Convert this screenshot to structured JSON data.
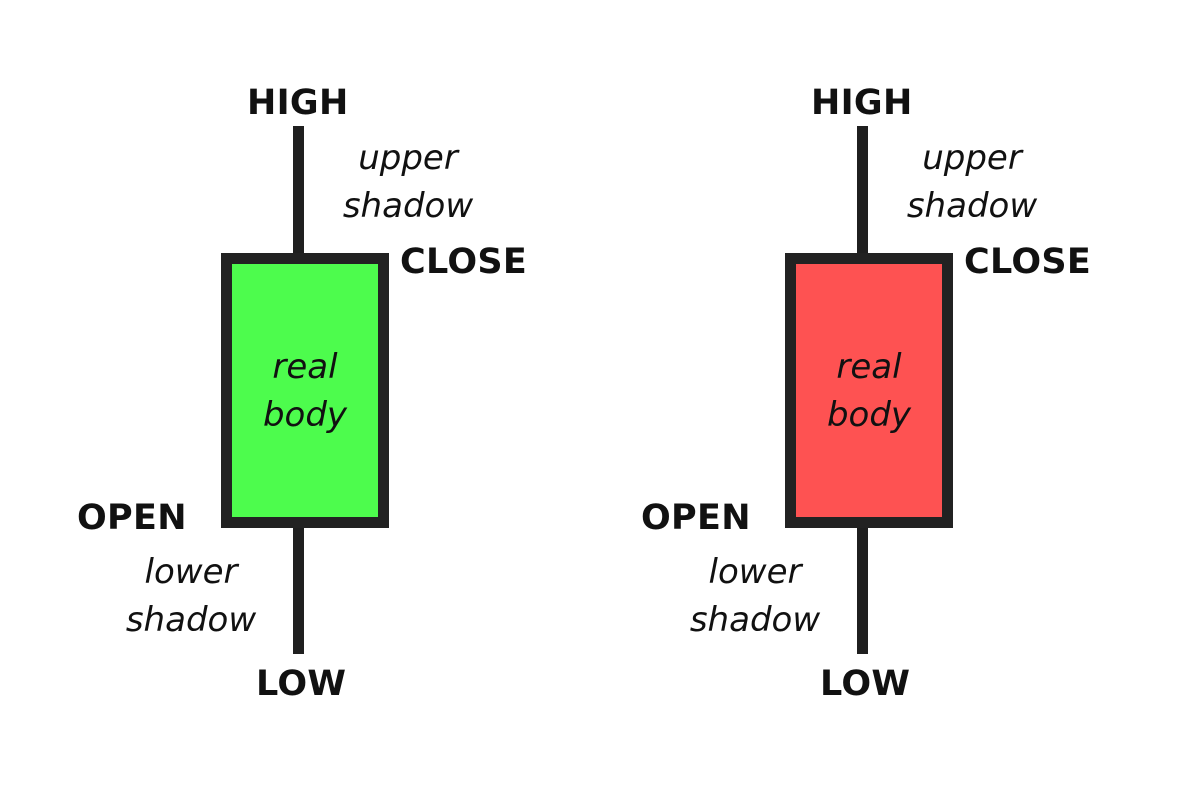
{
  "candles": [
    {
      "id": "bullish",
      "body_color": "#4dfc4d",
      "labels": {
        "high": "HIGH",
        "close": "CLOSE",
        "open": "OPEN",
        "low": "LOW",
        "upper_shadow": [
          "upper",
          "shadow"
        ],
        "lower_shadow": [
          "lower",
          "shadow"
        ],
        "real_body": [
          "real",
          "body"
        ]
      }
    },
    {
      "id": "bearish",
      "body_color": "#fe5252",
      "labels": {
        "high": "HIGH",
        "close": "CLOSE",
        "open": "OPEN",
        "low": "LOW",
        "upper_shadow": [
          "upper",
          "shadow"
        ],
        "lower_shadow": [
          "lower",
          "shadow"
        ],
        "real_body": [
          "real",
          "body"
        ]
      }
    }
  ]
}
